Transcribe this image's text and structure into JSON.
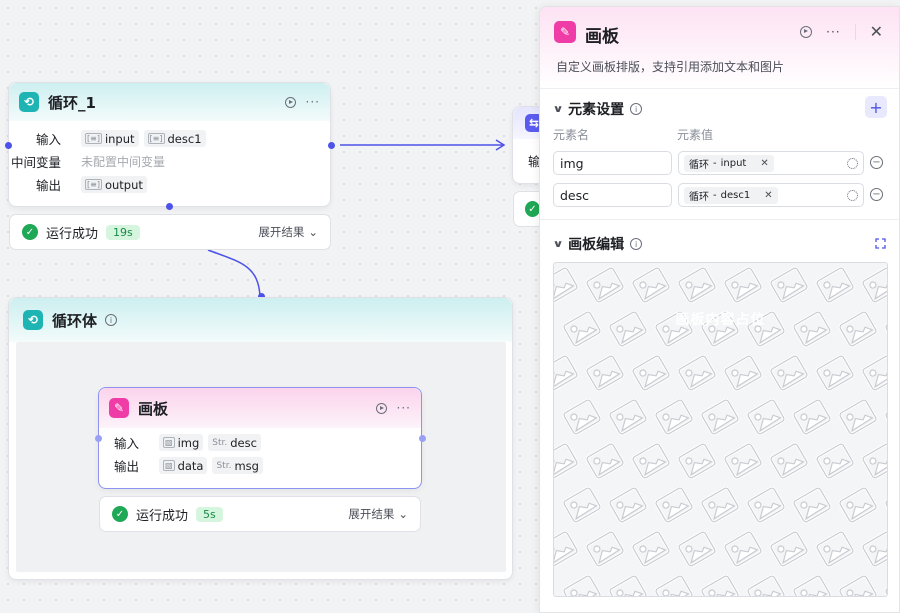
{
  "loop_node": {
    "title": "循环_1",
    "inputs_label": "输入",
    "inputs": [
      {
        "type_icon": "array-icon",
        "name": "input"
      },
      {
        "type_icon": "array-icon",
        "name": "desc1"
      }
    ],
    "vars_label": "中间变量",
    "vars_empty": "未配置中间变量",
    "outputs_label": "输出",
    "outputs": [
      {
        "type_icon": "array-icon",
        "name": "output"
      }
    ],
    "result": {
      "status": "运行成功",
      "time": "19s",
      "expand": "展开结果"
    }
  },
  "next_node": {
    "input_label_partial": "输"
  },
  "loop_body": {
    "title": "循环体"
  },
  "canvas_node": {
    "title": "画板",
    "inputs_label": "输入",
    "inputs": [
      {
        "type_icon": "image-icon",
        "name": "img"
      },
      {
        "type_icon": "string-icon",
        "type_text": "Str.",
        "name": "desc"
      }
    ],
    "outputs_label": "输出",
    "outputs": [
      {
        "type_icon": "image-icon",
        "name": "data"
      },
      {
        "type_icon": "string-icon",
        "type_text": "Str.",
        "name": "msg"
      }
    ],
    "result": {
      "status": "运行成功",
      "time": "5s",
      "expand": "展开结果"
    }
  },
  "panel": {
    "title": "画板",
    "description": "自定义画板排版，支持引用添加文本和图片",
    "elements_section": {
      "title": "元素设置",
      "col_name": "元素名",
      "col_value": "元素值",
      "rows": [
        {
          "name": "img",
          "value_source": "循环",
          "value_sep": "-",
          "value_var": "input"
        },
        {
          "name": "desc",
          "value_source": "循环",
          "value_sep": "-",
          "value_var": "desc1"
        }
      ]
    },
    "canvas_section": {
      "title": "画板编辑",
      "canvas_text": "画板内容占位"
    }
  },
  "colors": {
    "accent": "#4d53e8",
    "success": "#1fa855",
    "loop_teal": "#1fb4b4",
    "canvas_pink": "#f03ca6"
  }
}
